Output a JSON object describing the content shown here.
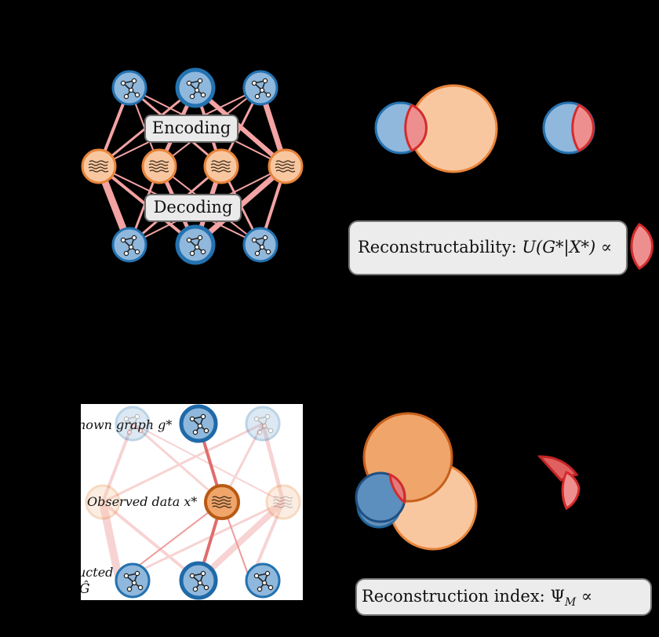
{
  "top_left": {
    "encoding_label": "Encoding",
    "decoding_label": "Decoding"
  },
  "top_right": {
    "formula_text": "Reconstructability:",
    "formula_math": "U(G*|X*) ∝"
  },
  "bottom_left": {
    "unknown_label": "nown graph",
    "unknown_var": "g*",
    "observed_label": "Observed data",
    "observed_var": "x*",
    "reconstructed_label": "ucted",
    "reconstructed_var": "Ĝ"
  },
  "bottom_right": {
    "formula_text": "Reconstruction index:",
    "formula_math": "Ψ",
    "formula_sub": "M",
    "formula_prop": "∝"
  },
  "colors": {
    "blue_fill": "#8fb8dc",
    "blue_stroke": "#2472b0",
    "orange_fill": "#f8c7a0",
    "orange_stroke": "#e8843a",
    "red_fill": "#ee8f8f",
    "red_stroke": "#d42b2b",
    "edge": "#f3a3a3"
  }
}
